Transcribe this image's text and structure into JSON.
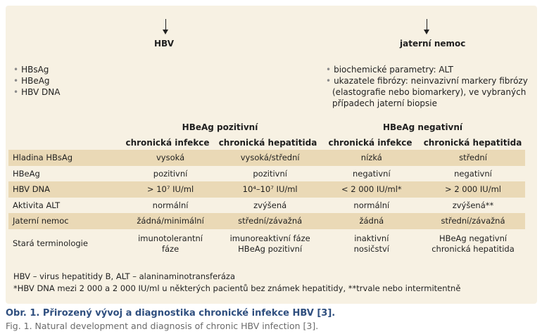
{
  "left_column": {
    "title": "HBV",
    "bullets": [
      "HBsAg",
      "HBeAg",
      "HBV DNA"
    ]
  },
  "right_column": {
    "title": "jaterní nemoc",
    "bullets": [
      [
        "biochemické parametry: ALT"
      ],
      [
        "ukazatele fibrózy: neinvazivní markery fibrózy",
        "(elastografie nebo biomarkery), ve vybraných",
        "případech jaterní biopsie"
      ]
    ]
  },
  "table": {
    "groups": [
      "HBeAg pozitivní",
      "HBeAg negativní"
    ],
    "subheaders": [
      "chronická infekce",
      "chronická hepatitida",
      "chronická infekce",
      "chronická hepatitida"
    ],
    "rows": [
      {
        "label": "Hladina HBsAg",
        "cells": [
          "vysoká",
          "vysoká/střední",
          "nízká",
          "střední"
        ]
      },
      {
        "label": "HBeAg",
        "cells": [
          "pozitivní",
          "pozitivní",
          "negativní",
          "negativní"
        ]
      },
      {
        "label": "HBV DNA",
        "cells": [
          "> 10⁷ IU/ml",
          "10⁴–10⁷ IU/ml",
          "< 2 000 IU/ml*",
          "> 2 000 IU/ml"
        ]
      },
      {
        "label": "Aktivita ALT",
        "cells": [
          "normální",
          "zvýšená",
          "normální",
          "zvýšená**"
        ]
      },
      {
        "label": "Jaterní nemoc",
        "cells": [
          "žádná/minimální",
          "střední/závažná",
          "žádná",
          "střední/závažná"
        ]
      },
      {
        "label": "Stará terminologie",
        "cells": [
          [
            "imunotolerantní",
            "fáze"
          ],
          [
            "imunoreaktivní fáze",
            "HBeAg pozitivní"
          ],
          [
            "inaktivní",
            "nosičství"
          ],
          [
            "HBeAg negativní",
            "chronická hepatitida"
          ]
        ]
      }
    ]
  },
  "footnotes": [
    "HBV – virus hepatitidy B, ALT – alaninaminotransferáza",
    "*HBV DNA mezi 2 000 a 2 000 IU/ml u některých pacientů bez známek hepatitidy, **trvale nebo intermitentně"
  ],
  "caption": {
    "czech": "Obr. 1. Přirozený vývoj a diagnostika chronické infekce HBV [3].",
    "english": "Fig. 1. Natural development and diagnosis of chronic HBV infection [3]."
  }
}
